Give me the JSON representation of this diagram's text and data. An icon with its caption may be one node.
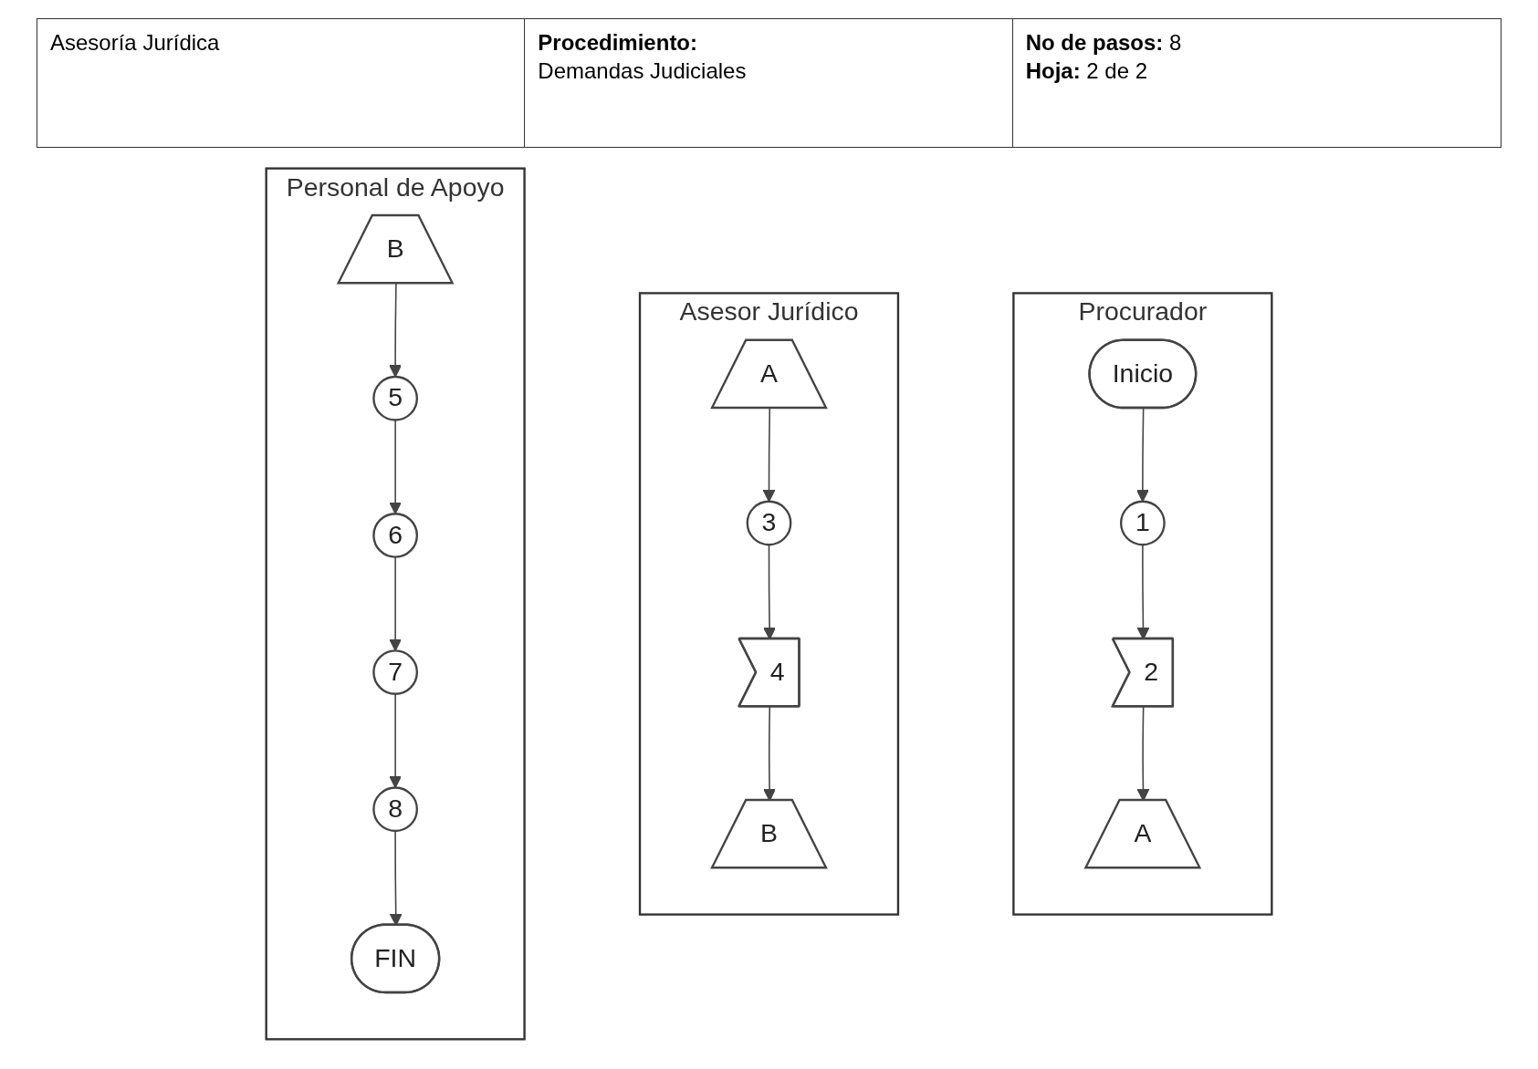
{
  "diagram": {
    "nodes": [
      {
        "text": [
          "Procurador"
        ]
      },
      {
        "text": [
          "Asesor Jurídico"
        ]
      },
      {
        "text": [
          "Personal de Apoyo"
        ]
      },
      {
        "text": [
          "Inicio"
        ],
        "in": 0
      },
      {
        "text": [
          "1"
        ],
        "in": 0
      },
      {
        "text": [
          "2"
        ],
        "in": 0
      },
      {
        "text": [
          "A"
        ],
        "in": 0
      },
      {
        "text": [
          "A"
        ],
        "in": 1
      },
      {
        "text": [
          "3"
        ],
        "in": 1
      },
      {
        "text": [
          "4"
        ],
        "in": 1
      },
      {
        "text": [
          "B"
        ],
        "in": 1
      },
      {
        "text": [
          "B"
        ],
        "in": 2
      },
      {
        "text": [
          "5"
        ],
        "in": 2
      },
      {
        "text": [
          "6"
        ],
        "in": 2
      },
      {
        "text": [
          "7"
        ],
        "in": 2
      },
      {
        "text": [
          "8"
        ],
        "in": 2
      },
      {
        "text": [
          "FIN"
        ],
        "in": 2
      }
    ],
    "edges": [
      {
        "from": 3,
        "to": 4,
        "arrow": "to"
      },
      {
        "from": 4,
        "to": 5,
        "arrow": "to"
      },
      {
        "from": 5,
        "to": 6,
        "arrow": "to"
      },
      {
        "from": 7,
        "to": 8,
        "arrow": "to"
      },
      {
        "from": 8,
        "to": 9,
        "arrow": "to"
      },
      {
        "from": 9,
        "to": 10,
        "arrow": "to"
      },
      {
        "from": 11,
        "to": 12,
        "arrow": "to"
      },
      {
        "from": 12,
        "to": 13,
        "arrow": "to"
      },
      {
        "from": 13,
        "to": 14,
        "arrow": "to"
      },
      {
        "from": 14,
        "to": 15,
        "arrow": "to"
      },
      {
        "from": 15,
        "to": 16,
        "arrow": "to"
      }
    ],
    "labels": [
      "Asesoría Jurídica",
      "Procedimiento:",
      "Demandas Judiciales",
      "No de pasos:",
      "8",
      "Hoja:",
      "2 de 2"
    ]
  }
}
